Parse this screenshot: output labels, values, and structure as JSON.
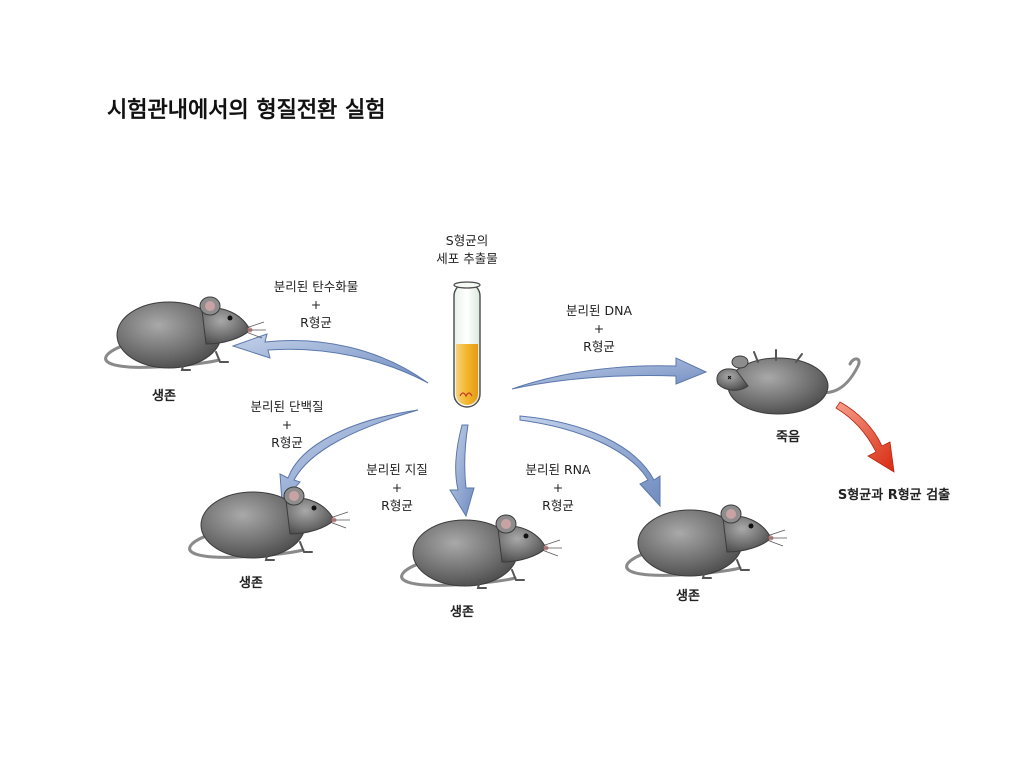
{
  "title": "시험관내에서의 형질전환 실험",
  "source": {
    "line1": "S형균의",
    "line2": "세포 추출물"
  },
  "branches": {
    "carb": {
      "line1": "분리된 탄수화물",
      "plus": "+",
      "line3": "R형균",
      "result": "생존"
    },
    "protein": {
      "line1": "분리된 단백질",
      "plus": "+",
      "line3": "R형균",
      "result": "생존"
    },
    "lipid": {
      "line1": "분리된 지질",
      "plus": "+",
      "line3": "R형균",
      "result": "생존"
    },
    "rna": {
      "line1": "분리된 RNA",
      "plus": "+",
      "line3": "R형균",
      "result": "생존"
    },
    "dna": {
      "line1": "분리된 DNA",
      "plus": "+",
      "line3": "R형균",
      "result": "죽음"
    }
  },
  "detection": "S형균과  R형균 검출",
  "colors": {
    "arrow": "#8fa6cf",
    "arrow_dark": "#5b78ad",
    "red_arrow": "#e03a22",
    "mouse": "#6b6b6b",
    "liquid": "#f2b531"
  }
}
